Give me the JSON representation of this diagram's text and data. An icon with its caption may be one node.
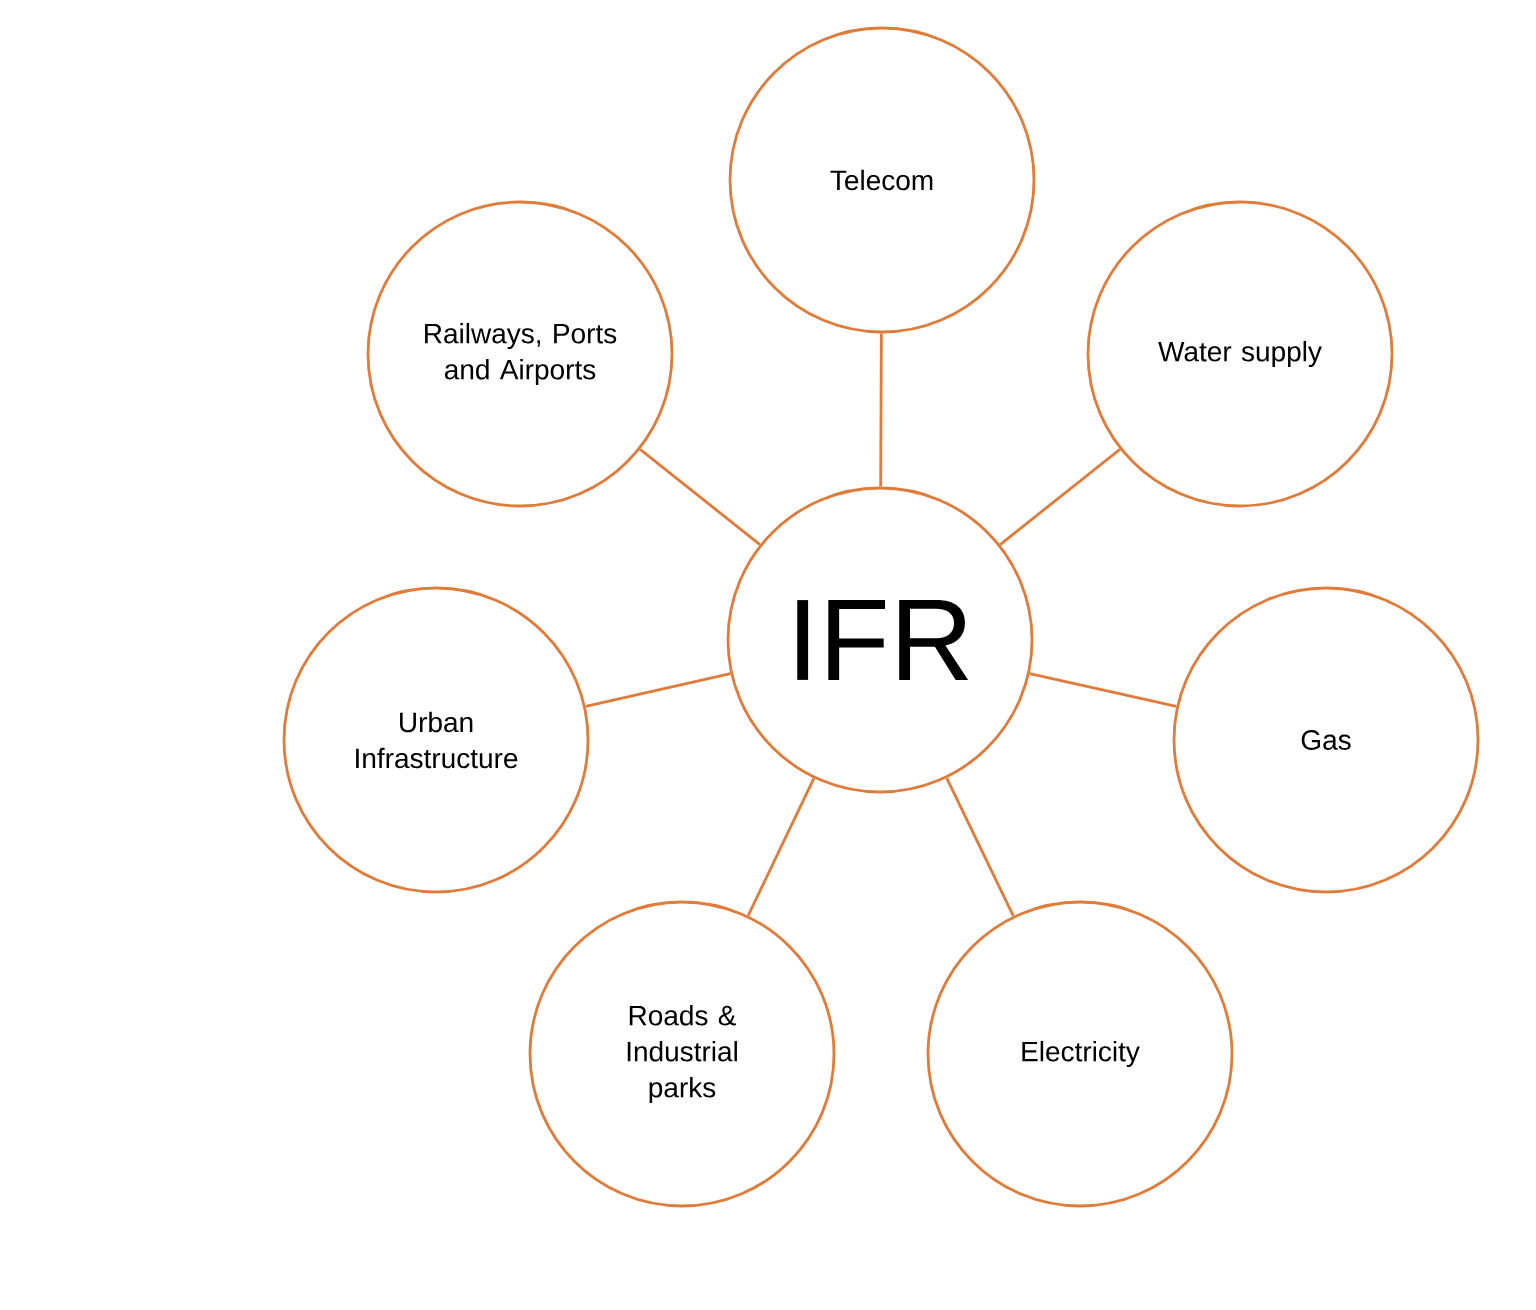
{
  "diagram": {
    "nodes": [
      {
        "text": [
          "IFR"
        ]
      },
      {
        "text": [
          "Telecom"
        ]
      },
      {
        "text": [
          "Railways, Ports and Airports"
        ]
      },
      {
        "text": [
          "Water supply"
        ]
      },
      {
        "text": [
          "Urban Infrastructure"
        ]
      },
      {
        "text": [
          "Gas"
        ]
      },
      {
        "text": [
          "Roads & Industrial parks"
        ]
      },
      {
        "text": [
          "Electricity"
        ]
      }
    ],
    "edges": [
      {
        "from": 0,
        "to": 1,
        "arrow": "none"
      },
      {
        "from": 0,
        "to": 2,
        "arrow": "none"
      },
      {
        "from": 0,
        "to": 3,
        "arrow": "none"
      },
      {
        "from": 0,
        "to": 4,
        "arrow": "none"
      },
      {
        "from": 0,
        "to": 5,
        "arrow": "none"
      },
      {
        "from": 0,
        "to": 6,
        "arrow": "none"
      },
      {
        "from": 0,
        "to": 7,
        "arrow": "none"
      }
    ]
  }
}
